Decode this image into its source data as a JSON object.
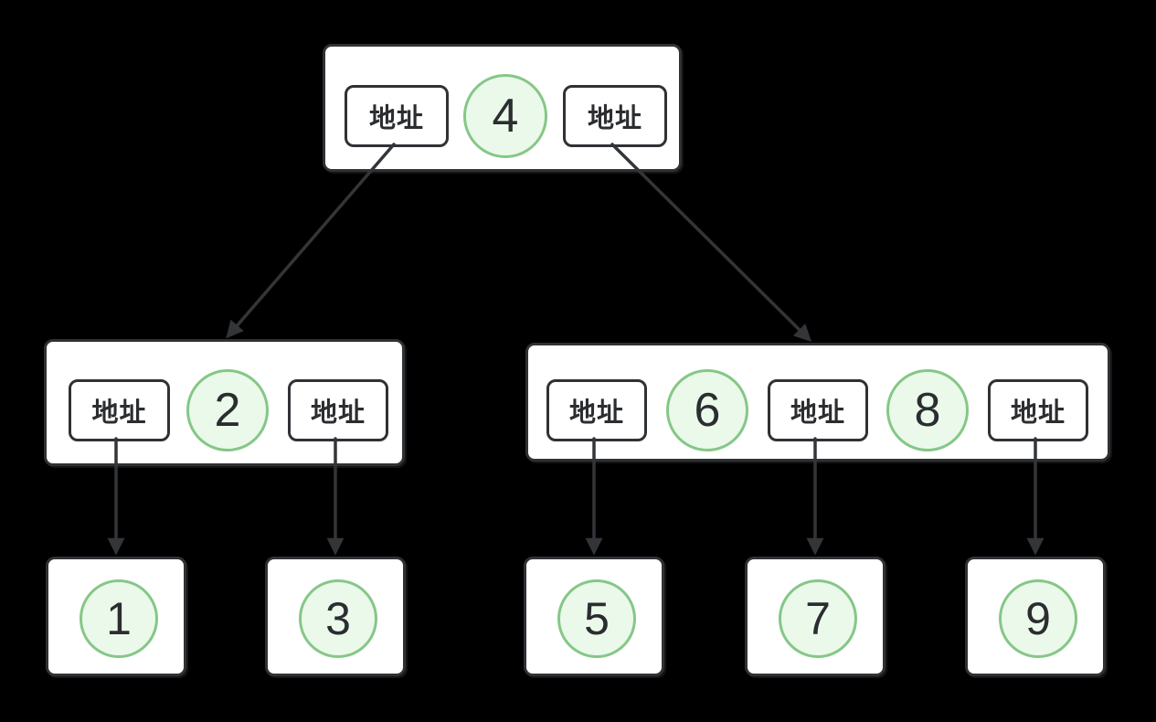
{
  "diagram": {
    "type": "b-plus-tree",
    "pointer_label": "地址",
    "nodes": {
      "root": {
        "keys": [
          "4"
        ]
      },
      "internal_left": {
        "keys": [
          "2"
        ]
      },
      "internal_right": {
        "keys": [
          "6",
          "8"
        ]
      },
      "leaves": [
        {
          "key": "1"
        },
        {
          "key": "3"
        },
        {
          "key": "5"
        },
        {
          "key": "7"
        },
        {
          "key": "9"
        }
      ]
    },
    "edges": [
      {
        "from": "root-pointer-left",
        "to": "internal-node-2"
      },
      {
        "from": "root-pointer-right",
        "to": "internal-node-6-8"
      },
      {
        "from": "internal-node-2-pointer-left",
        "to": "leaf-1"
      },
      {
        "from": "internal-node-2-pointer-right",
        "to": "leaf-3"
      },
      {
        "from": "internal-node-6-8-pointer-1",
        "to": "leaf-5"
      },
      {
        "from": "internal-node-6-8-pointer-2",
        "to": "leaf-7"
      },
      {
        "from": "internal-node-6-8-pointer-3",
        "to": "leaf-9"
      }
    ],
    "colors": {
      "background": "#000000",
      "node_fill": "#ffffff",
      "node_border": "#2f3235",
      "key_circle_fill": "#ebf9eb",
      "key_circle_border": "#85c787",
      "text": "#2b2d30",
      "arrow": "#333538"
    }
  }
}
